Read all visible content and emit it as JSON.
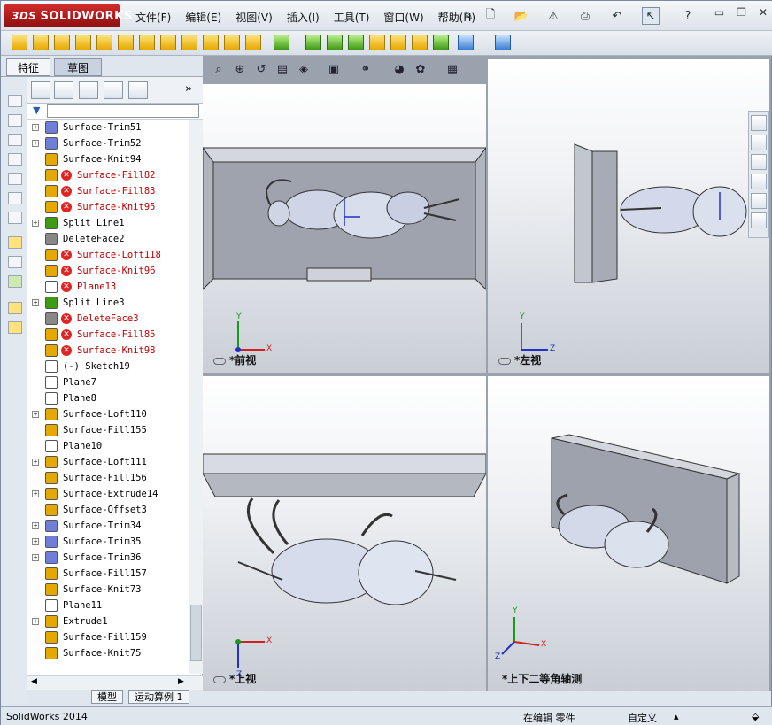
{
  "app": {
    "brand": "SOLIDWORKS",
    "brand_prefix": "3DS"
  },
  "menu": [
    "文件(F)",
    "编辑(E)",
    "视图(V)",
    "插入(I)",
    "工具(T)",
    "窗口(W)",
    "帮助(H)"
  ],
  "tabs": {
    "features": "特征",
    "sketch": "草图"
  },
  "tree": [
    {
      "label": "Surface-Trim51",
      "expand": true,
      "error": false,
      "icon": "surface-trim-icon"
    },
    {
      "label": "Surface-Trim52",
      "expand": true,
      "error": false,
      "icon": "surface-trim-icon"
    },
    {
      "label": "Surface-Knit94",
      "expand": false,
      "error": false,
      "icon": "surface-knit-icon"
    },
    {
      "label": "Surface-Fill82",
      "expand": false,
      "error": true,
      "icon": "surface-fill-icon"
    },
    {
      "label": "Surface-Fill83",
      "expand": false,
      "error": true,
      "icon": "surface-fill-icon"
    },
    {
      "label": "Surface-Knit95",
      "expand": false,
      "error": true,
      "icon": "surface-knit-icon"
    },
    {
      "label": "Split Line1",
      "expand": true,
      "error": false,
      "icon": "split-line-icon"
    },
    {
      "label": "DeleteFace2",
      "expand": false,
      "error": false,
      "icon": "delete-face-icon"
    },
    {
      "label": "Surface-Loft118",
      "expand": false,
      "error": true,
      "icon": "surface-loft-icon"
    },
    {
      "label": "Surface-Knit96",
      "expand": false,
      "error": true,
      "icon": "surface-knit-icon"
    },
    {
      "label": "Plane13",
      "expand": false,
      "error": true,
      "icon": "plane-icon"
    },
    {
      "label": "Split Line3",
      "expand": true,
      "error": false,
      "icon": "split-line-icon"
    },
    {
      "label": "DeleteFace3",
      "expand": false,
      "error": true,
      "icon": "delete-face-icon"
    },
    {
      "label": "Surface-Fill85",
      "expand": false,
      "error": true,
      "icon": "surface-fill-icon"
    },
    {
      "label": "Surface-Knit98",
      "expand": false,
      "error": true,
      "icon": "surface-knit-icon"
    },
    {
      "label": "(-) Sketch19",
      "expand": false,
      "error": false,
      "icon": "sketch-icon"
    },
    {
      "label": "Plane7",
      "expand": false,
      "error": false,
      "icon": "plane-icon"
    },
    {
      "label": "Plane8",
      "expand": false,
      "error": false,
      "icon": "plane-icon"
    },
    {
      "label": "Surface-Loft110",
      "expand": true,
      "error": false,
      "icon": "surface-loft-icon"
    },
    {
      "label": "Surface-Fill155",
      "expand": false,
      "error": false,
      "icon": "surface-fill-icon"
    },
    {
      "label": "Plane10",
      "expand": false,
      "error": false,
      "icon": "plane-icon"
    },
    {
      "label": "Surface-Loft111",
      "expand": true,
      "error": false,
      "icon": "surface-loft-icon"
    },
    {
      "label": "Surface-Fill156",
      "expand": false,
      "error": false,
      "icon": "surface-fill-icon"
    },
    {
      "label": "Surface-Extrude14",
      "expand": true,
      "error": false,
      "icon": "surface-extrude-icon"
    },
    {
      "label": "Surface-Offset3",
      "expand": false,
      "error": false,
      "icon": "surface-offset-icon"
    },
    {
      "label": "Surface-Trim34",
      "expand": true,
      "error": false,
      "icon": "surface-trim-icon"
    },
    {
      "label": "Surface-Trim35",
      "expand": true,
      "error": false,
      "icon": "surface-trim-icon"
    },
    {
      "label": "Surface-Trim36",
      "expand": true,
      "error": false,
      "icon": "surface-trim-icon"
    },
    {
      "label": "Surface-Fill157",
      "expand": false,
      "error": false,
      "icon": "surface-fill-icon"
    },
    {
      "label": "Surface-Knit73",
      "expand": false,
      "error": false,
      "icon": "surface-knit-icon"
    },
    {
      "label": "Plane11",
      "expand": false,
      "error": false,
      "icon": "plane-icon"
    },
    {
      "label": "Extrude1",
      "expand": true,
      "error": false,
      "icon": "extrude-icon"
    },
    {
      "label": "Surface-Fill159",
      "expand": false,
      "error": false,
      "icon": "surface-fill-icon"
    },
    {
      "label": "Surface-Knit75",
      "expand": false,
      "error": false,
      "icon": "surface-knit-icon"
    }
  ],
  "bottom_tabs": {
    "model": "模型",
    "motion": "运动算例 1"
  },
  "views": {
    "front": "*前视",
    "left": "*左视",
    "top": "*上视",
    "iso": "*上下二等角轴测"
  },
  "axes": {
    "x": "X",
    "y": "Y",
    "z": "Z"
  },
  "status": {
    "version": "SolidWorks 2014",
    "mode": "在编辑 零件",
    "units": "自定义"
  },
  "colors": {
    "error": "#c00000",
    "brand": "#c2181c",
    "axis_x": "#d22020",
    "axis_y": "#1a9a1a",
    "axis_z": "#2030c8"
  }
}
